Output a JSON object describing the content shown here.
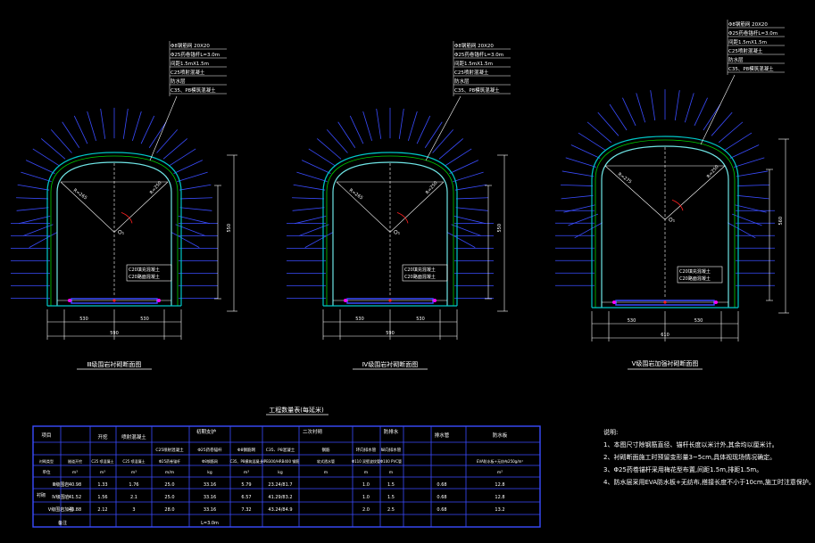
{
  "sections": [
    {
      "title": "Ⅲ级围岩衬砌断面图",
      "callout": [
        "Φ8钢筋网 20X20",
        "Φ25药卷锚杆L=3.0m",
        "间距1.5mX1.5m",
        "C25喷射混凝土",
        "防水层",
        "C35、P8模筑混凝土"
      ],
      "side_note": [
        "C20填充混凝土",
        "C20路面混凝土"
      ],
      "dim_bottom": "590",
      "dim_bottom2": "530",
      "dim_height": "550",
      "center_label": "O₁",
      "radius_label": "R=265",
      "radius_label2": "R=250"
    },
    {
      "title": "Ⅳ级围岩衬砌断面图",
      "callout": [
        "Φ8钢筋网 20X20",
        "Φ25药卷锚杆L=3.0m",
        "间距1.5mX1.5m",
        "C25喷射混凝土",
        "防水层",
        "C35、P8模筑混凝土"
      ],
      "side_note": [
        "C20填充混凝土",
        "C20路面混凝土"
      ],
      "dim_bottom": "590",
      "dim_bottom2": "530",
      "dim_height": "550",
      "center_label": "O₁",
      "radius_label": "R=265",
      "radius_label2": "R=250"
    },
    {
      "title": "Ⅴ级围岩加强衬砌断面图",
      "callout": [
        "Φ8钢筋网 20X20",
        "Φ25药卷锚杆L=3.0m",
        "间距1.5mX1.5m",
        "C25喷射混凝土",
        "防水层",
        "C35、P8模筑混凝土"
      ],
      "side_note": [
        "C20填充混凝土",
        "C20路面混凝土"
      ],
      "dim_bottom": "610",
      "dim_bottom2": "530",
      "dim_height": "560",
      "center_label": "O₁",
      "radius_label": "R=275",
      "radius_label2": "R=250"
    }
  ],
  "table": {
    "title": "工程数量表(每延米)",
    "header_row1": [
      "项目",
      "开挖",
      "喷射混凝土",
      "初期支护",
      "二次衬砌",
      "防排水",
      "排水管",
      "防水板"
    ],
    "header_row2": [
      "C25喷射混凝土",
      "Φ25药卷锚杆",
      "Φ8钢筋网",
      "C35、P8混凝土",
      "钢筋",
      "环向排水管",
      "纵向排水管"
    ],
    "header_row3": [
      "衬砌类型",
      "隧道开挖",
      "C25 喷混凝土",
      "C25 喷混凝土",
      "Φ25药卷锚杆",
      "Φ8钢筋网",
      "C35、P8模筑混凝土",
      "HPB300/HRB400 钢筋",
      "软式透水管",
      "Φ110 双壁波纹管",
      "Φ100 PVC管",
      "EVA防水板+无纺布250g/m²"
    ],
    "unit_row": [
      "单位",
      "m³",
      "m³",
      "m³",
      "m/m",
      "kg",
      "m³",
      "kg",
      "m",
      "m",
      "m",
      "m²"
    ],
    "rows": [
      {
        "group": "衬砌",
        "name": "Ⅲ级围岩",
        "values": [
          "40.98",
          "1.33",
          "1.76",
          "25.0",
          "33.16",
          "5.79",
          "23.24/81.7",
          "1.0",
          "1.5",
          "0.68",
          "12.8"
        ]
      },
      {
        "group": "",
        "name": "Ⅳ级围岩",
        "values": [
          "41.52",
          "1.56",
          "2.1",
          "25.0",
          "33.16",
          "6.57",
          "41.29/83.2",
          "1.0",
          "1.5",
          "0.68",
          "12.8"
        ]
      },
      {
        "group": "",
        "name": "Ⅴ级围岩加强",
        "values": [
          "43.88",
          "2.12",
          "3",
          "28.0",
          "33.16",
          "7.32",
          "43.24/84.9",
          "2.0",
          "2.5",
          "0.68",
          "13.2"
        ]
      }
    ],
    "footer": [
      "备注",
      "L=3.0m"
    ]
  },
  "notes": {
    "heading": "说明:",
    "lines": [
      "1、本图尺寸除钢筋直径、锚杆长度以米计外,其余均以厘米计。",
      "2、衬砌断面施工时预留变形量3~5cm,具体视现场情况确定。",
      "3、Φ25药卷锚杆采用梅花型布置,间距1.5m,排距1.5m。",
      "4、防水层采用EVA防水板+无纺布,搭接长度不小于10cm,施工时注意保护。"
    ]
  },
  "colors": {
    "background": "#000000",
    "lining": "#00c8c8",
    "lining_inner": "#6fe6e6",
    "white": "#ffffff",
    "blue": "#3a4cff",
    "green": "#00d000",
    "magenta": "#ff00ff",
    "red": "#ff2020",
    "yellow": "#e8e800"
  }
}
